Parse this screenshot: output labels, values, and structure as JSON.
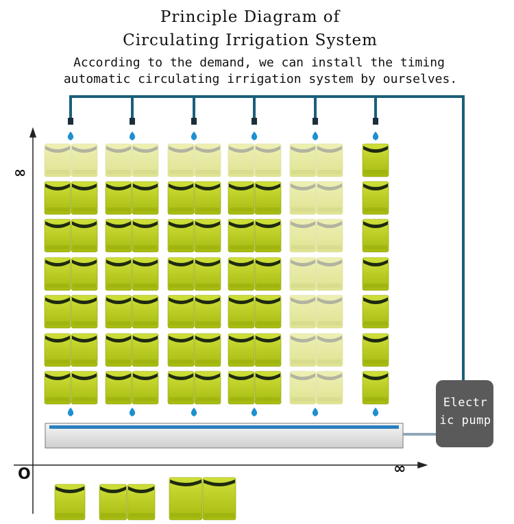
{
  "title": {
    "line1": "Principle Diagram of",
    "line2": "Circulating Irrigation System"
  },
  "subtitle": {
    "line1": "According to the demand, we can install the timing",
    "line2": "automatic circulating irrigation system by ourselves."
  },
  "axes": {
    "y_label": "∞",
    "x_label": "∞",
    "origin_label": "O"
  },
  "pump": {
    "label_line1": "Electr",
    "label_line2": "ic pump"
  },
  "colors": {
    "pipe": "#1a5f7a",
    "water_drop": "#1e90d0",
    "planter": "#b8cc1c",
    "planter_faded": "#e6e9a2",
    "pump": "#5a5a5a"
  },
  "icons": [
    "water-drop-icon",
    "planter-pocket-icon",
    "pump-icon"
  ]
}
